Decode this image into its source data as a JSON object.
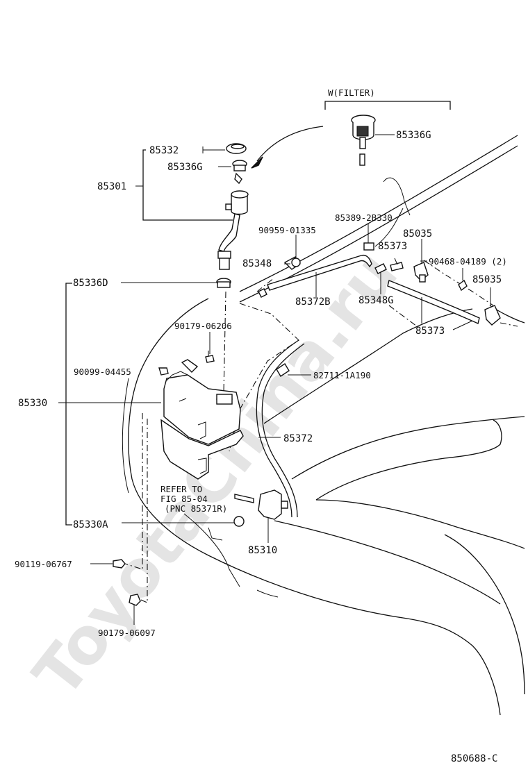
{
  "watermark": "ToyotaChina.ru",
  "filter_variant": {
    "heading": "W(FILTER)",
    "part": "85336G"
  },
  "labels": {
    "p85332": "85332",
    "p85336G": "85336G",
    "p85301": "85301",
    "p85336D": "85336D",
    "p90179_06206": "90179-06206",
    "p90099_04455": "90099-04455",
    "p85330": "85330",
    "p85330A": "85330A",
    "p90119_06767": "90119-06767",
    "p90179_06097": "90179-06097",
    "p90959_01335": "90959-01335",
    "p85389_2B330": "85389-2B330",
    "p85035_a": "85035",
    "p85373_a": "85373",
    "p90468_04189": "90468-04189 (2)",
    "p85035_b": "85035",
    "p85348": "85348",
    "p85372B": "85372B",
    "p85348G": "85348G",
    "p85373_b": "85373",
    "p82711": "82711-1A190",
    "p85372": "85372",
    "p85310": "85310"
  },
  "refer_note": {
    "line1": "REFER TO",
    "line2": "FIG 85-04",
    "line3": "(PNC 85371R)"
  },
  "figure_code": "850688-C"
}
